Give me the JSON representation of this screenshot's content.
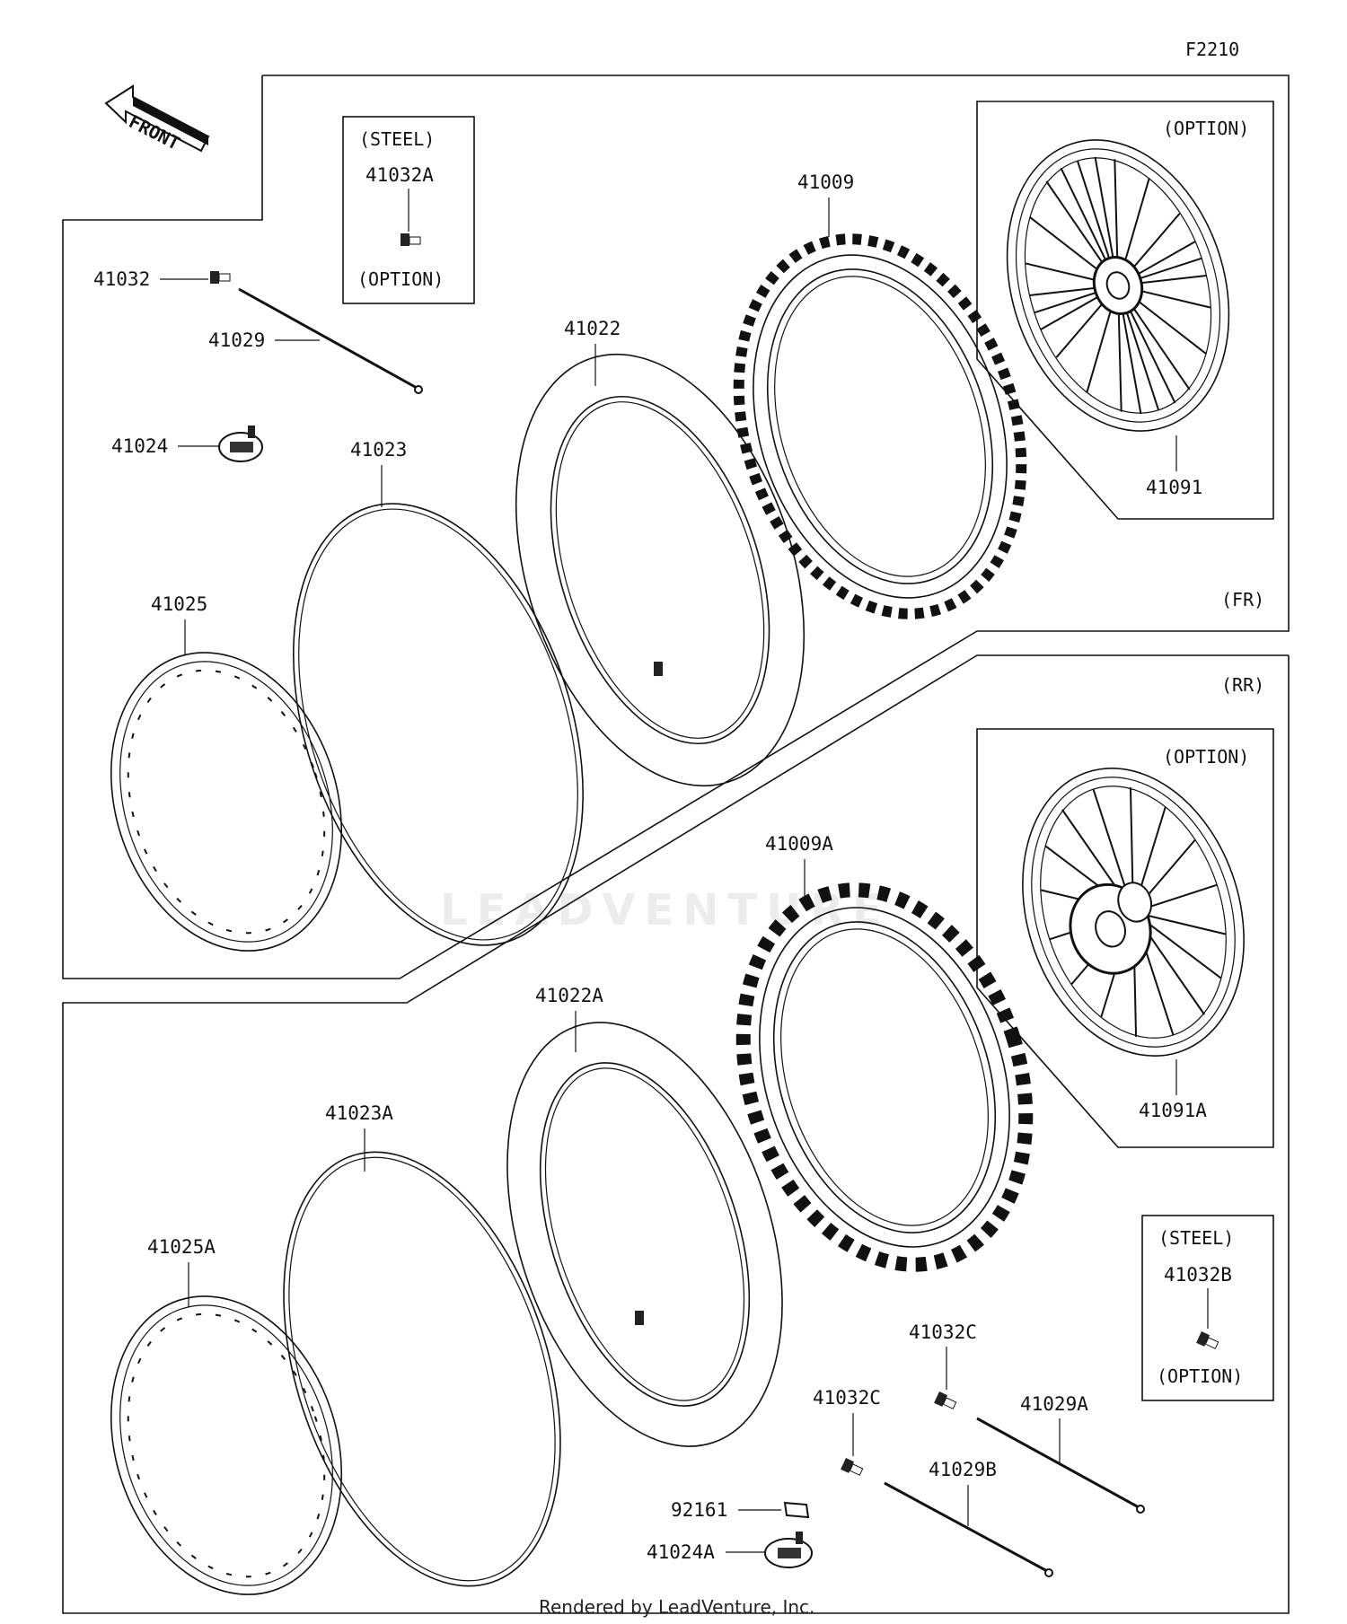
{
  "diagram_code": "F2210",
  "front_label": "FRONT",
  "section_front": "(FR)",
  "section_rear": "(RR)",
  "watermark": "LEADVENTURE",
  "footer": "Rendered by LeadVenture, Inc.",
  "boxes": {
    "steel_front": {
      "top": "(STEEL)",
      "part": "41032A",
      "bottom": "(OPTION)"
    },
    "steel_rear": {
      "top": "(STEEL)",
      "part": "41032B",
      "bottom": "(OPTION)"
    },
    "wheel_front": {
      "tag": "(OPTION)",
      "part": "41091"
    },
    "wheel_rear": {
      "tag": "(OPTION)",
      "part": "41091A"
    }
  },
  "parts_front": {
    "valve": "41032",
    "spoke": "41029",
    "rim_band": "41024",
    "rim": "41025",
    "rim_strip": "41023",
    "tube": "41022",
    "tire": "41009"
  },
  "parts_rear": {
    "rim": "41025A",
    "rim_strip": "41023A",
    "tube": "41022A",
    "tire": "41009A",
    "valve_1": "41032C",
    "valve_2": "41032C",
    "spoke_1": "41029A",
    "spoke_2": "41029B",
    "pad": "92161",
    "rim_band": "41024A"
  }
}
